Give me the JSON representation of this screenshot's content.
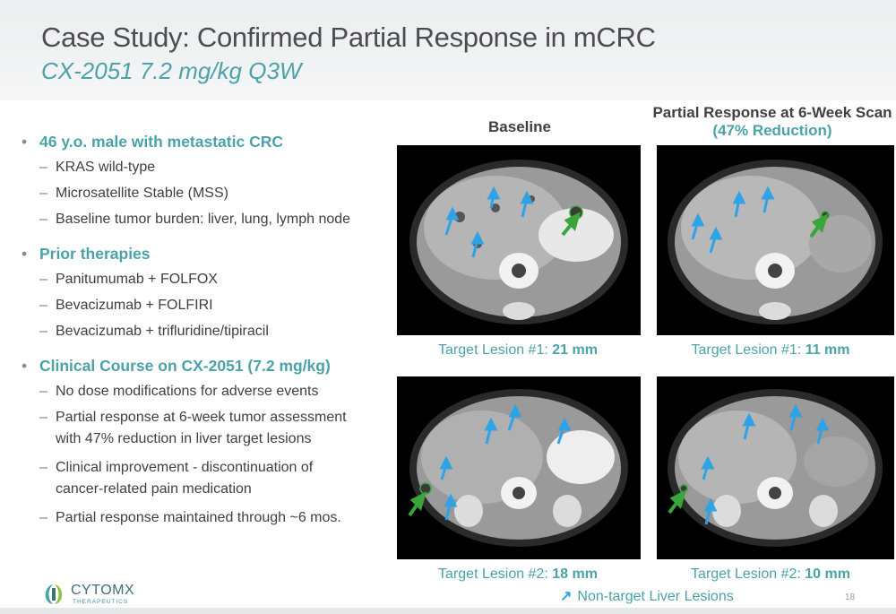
{
  "header": {
    "title": "Case Study: Confirmed Partial Response in mCRC",
    "subtitle": "CX-2051 7.2 mg/kg Q3W"
  },
  "bullets": [
    {
      "label": "46 y.o. male with metastatic CRC",
      "items": [
        "KRAS wild-type",
        "Microsatellite Stable (MSS)",
        "Baseline tumor burden: liver, lung, lymph node"
      ]
    },
    {
      "label": "Prior therapies",
      "items": [
        "Panitumumab + FOLFOX",
        "Bevacizumab + FOLFIRI",
        "Bevacizumab + trifluridine/tipiracil"
      ]
    },
    {
      "label": "Clinical Course on CX-2051 (7.2 mg/kg)",
      "items": [
        "No dose modifications for adverse events",
        "Partial response at 6-week tumor assessment with 47% reduction in liver target lesions",
        "Clinical improvement - discontinuation of cancer-related pain medication",
        "Partial response maintained through ~6 mos."
      ]
    }
  ],
  "columns": {
    "baseline": "Baseline",
    "response": "Partial Response at 6-Week Scan",
    "response_sub": "(47% Reduction)"
  },
  "captions": {
    "l1_label": "Target Lesion #1: ",
    "l1_base": "21 mm",
    "l1_resp": "11 mm",
    "l2_label": "Target Lesion #2: ",
    "l2_base": "18 mm",
    "l2_resp": "10 mm"
  },
  "legend": {
    "text": "Non-target Liver Lesions"
  },
  "footer": {
    "logo_name": "CYTOMX",
    "logo_sub": "THERAPEUTICS",
    "page": "18"
  },
  "colors": {
    "teal": "#4ba3a8",
    "blue_arrow": "#2ea3e6",
    "green_arrow": "#3aa53a"
  }
}
